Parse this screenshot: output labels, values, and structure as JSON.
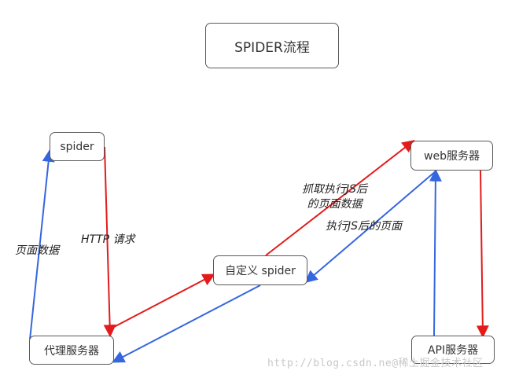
{
  "title": "SPIDER流程",
  "nodes": {
    "spider": "spider",
    "proxy": "代理服务器",
    "custom_spider": "自定义 spider",
    "web_server": "web服务器",
    "api_server": "API服务器"
  },
  "edge_labels": {
    "page_data": "页面数据",
    "http_request": "HTTP 请求",
    "fetch_line1": "抓取执行JS后",
    "fetch_line2": "的页面数据",
    "exec_js": "执行JS后的页面"
  },
  "watermark": "http://blog.csdn.ne@稀土掘金技术社区",
  "colors": {
    "red_arrow": "#e31b1b",
    "blue_arrow": "#3566e0",
    "node_border": "#5a5a5a"
  }
}
